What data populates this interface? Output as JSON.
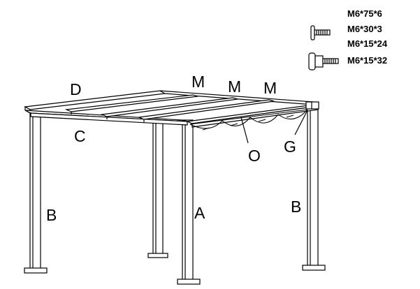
{
  "hardware": [
    {
      "code": "M6*75*6",
      "icon": "long-bolt-icon"
    },
    {
      "code": "M6*30*3",
      "icon": "medium-bolt-icon"
    },
    {
      "code": "M6*15*24",
      "icon": "short-screw-icon"
    },
    {
      "code": "M6*15*32",
      "icon": "barrel-nut-icon"
    }
  ],
  "labels": {
    "D": "D",
    "M1": "M",
    "M2": "M",
    "M3": "M",
    "C": "C",
    "O": "O",
    "G": "G",
    "A": "A",
    "B_left": "B",
    "B_right": "B"
  }
}
